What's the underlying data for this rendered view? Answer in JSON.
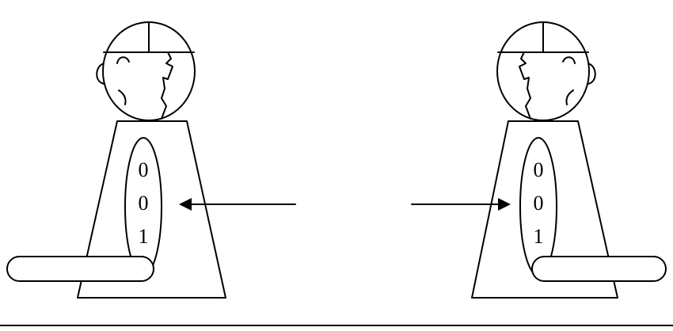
{
  "diagram": {
    "left_figure": {
      "register_bits": [
        "0",
        "0",
        "1"
      ]
    },
    "right_figure": {
      "register_bits": [
        "0",
        "0",
        "1"
      ]
    },
    "colors": {
      "stroke": "#000000",
      "background": "#ffffff"
    },
    "icons": [
      "robot-figure",
      "arrow-left",
      "arrow-right"
    ]
  }
}
